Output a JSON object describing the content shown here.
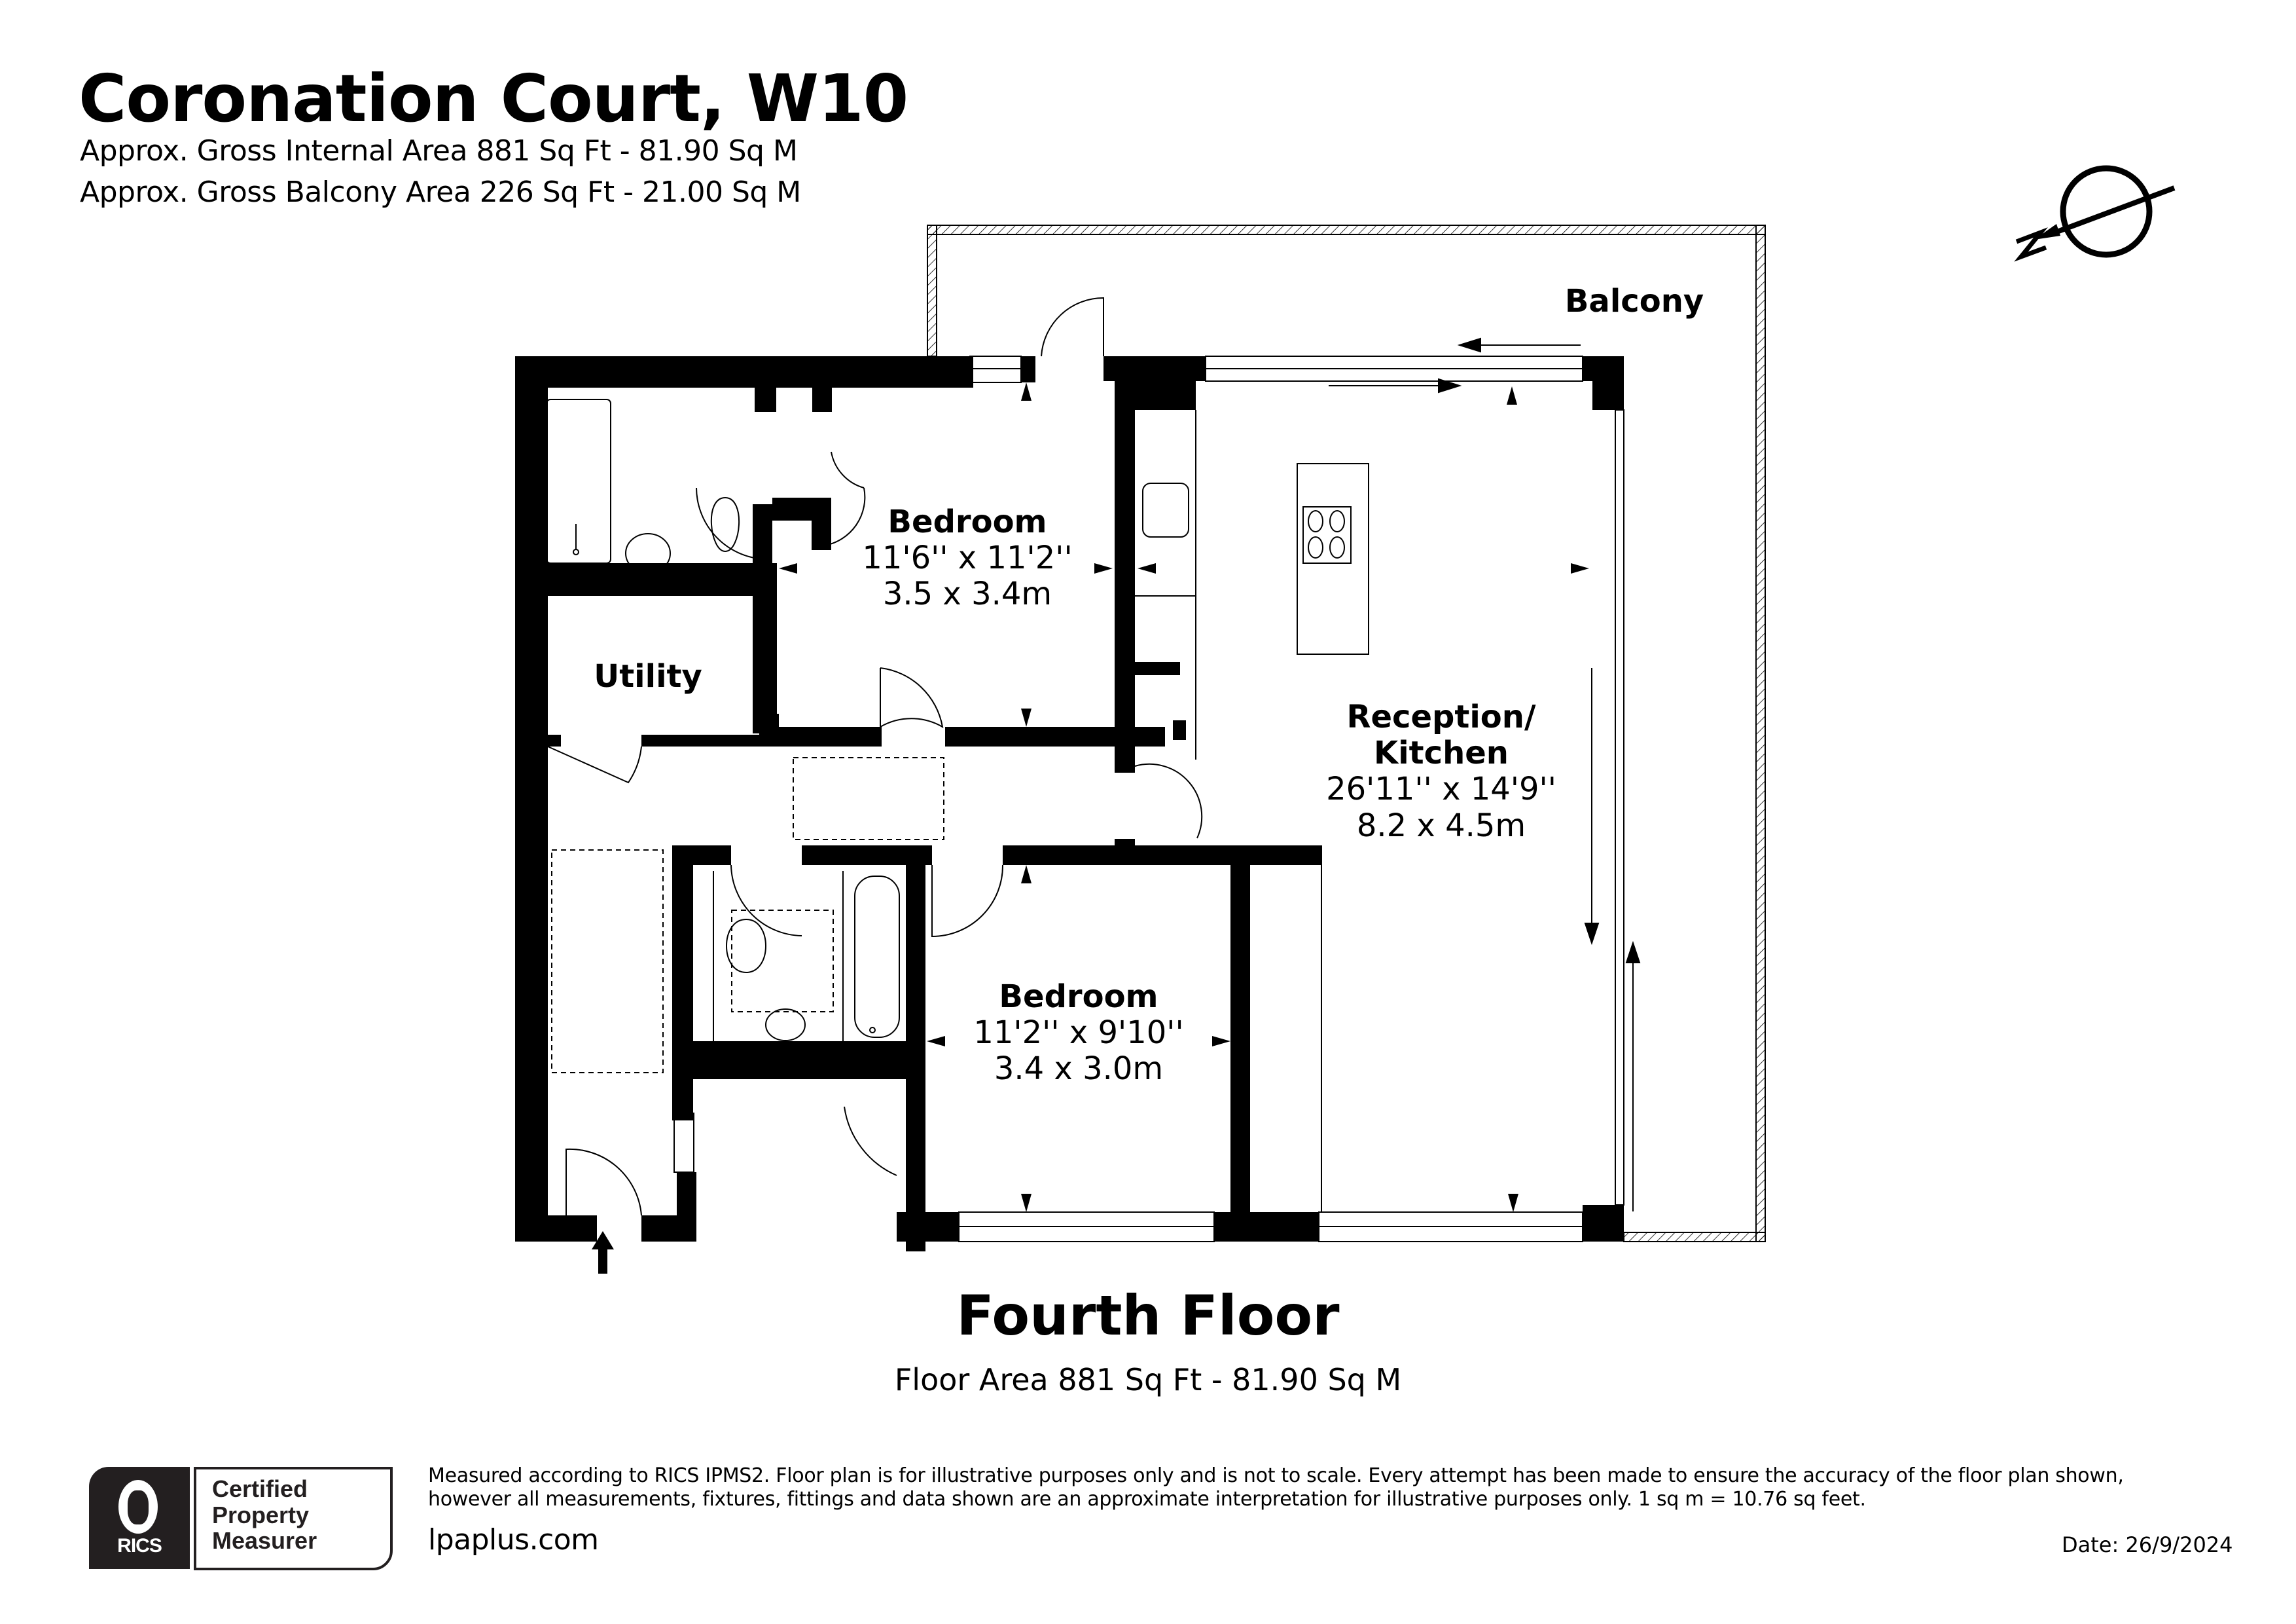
{
  "header": {
    "title": "Coronation Court, W10",
    "gross_internal_area": "Approx. Gross Internal Area 881 Sq Ft - 81.90 Sq M",
    "gross_balcony_area": "Approx. Gross Balcony Area 226 Sq Ft - 21.00 Sq M"
  },
  "compass": {
    "label": "N",
    "icon": "north-arrow-icon"
  },
  "rooms": {
    "balcony": {
      "name": "Balcony"
    },
    "bedroom_1": {
      "name": "Bedroom",
      "dim_imperial": "11'6'' x 11'2''",
      "dim_metric": "3.5 x 3.4m"
    },
    "utility": {
      "name": "Utility"
    },
    "reception_kitchen": {
      "name_line1": "Reception/",
      "name_line2": "Kitchen",
      "dim_imperial": "26'11'' x 14'9''",
      "dim_metric": "8.2 x 4.5m"
    },
    "bedroom_2": {
      "name": "Bedroom",
      "dim_imperial": "11'2'' x 9'10''",
      "dim_metric": "3.4 x 3.0m"
    }
  },
  "floor": {
    "title": "Fourth Floor",
    "area": "Floor Area 881 Sq Ft - 81.90 Sq M"
  },
  "footer": {
    "rics_word": "RICS",
    "rics_line1": "Certified",
    "rics_line2": "Property",
    "rics_line3": "Measurer",
    "disclaimer_line1": "Measured according to RICS IPMS2. Floor plan is for illustrative purposes only and is not to scale. Every attempt has been made to ensure the accuracy of the floor plan shown,",
    "disclaimer_line2": "however all measurements, fixtures, fittings and data shown are an approximate interpretation for illustrative purposes only. 1 sq m = 10.76 sq feet.",
    "website": "lpaplus.com",
    "date": "Date: 26/9/2024"
  },
  "colors": {
    "wall": "#000000",
    "background": "#ffffff",
    "rics_dark": "#231f20"
  }
}
